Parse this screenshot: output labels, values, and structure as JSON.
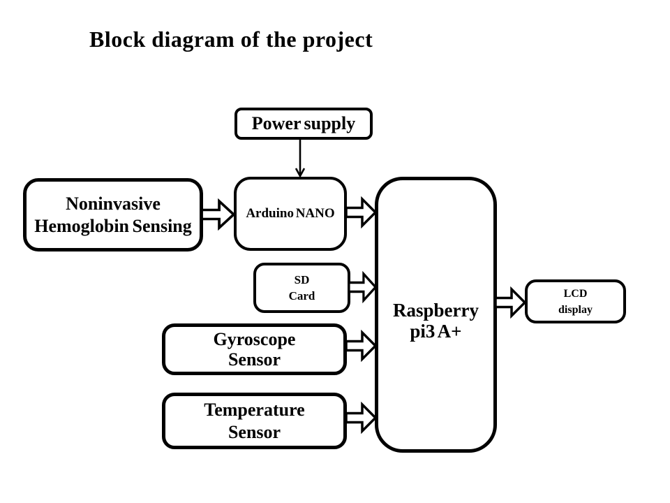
{
  "title": "Block diagram of the project",
  "colors": {
    "stroke": "#000000",
    "node_fill": "#ffffff",
    "background": "#ffffff"
  },
  "nodes": {
    "power_supply": {
      "lines": [
        "Power supply"
      ]
    },
    "noninvasive_hemoglobin_sensing": {
      "lines": [
        "Noninvasive",
        "Hemoglobin Sensing"
      ]
    },
    "arduino_nano": {
      "lines": [
        "Arduino NANO"
      ]
    },
    "sd_card": {
      "lines": [
        "SD",
        "Card"
      ]
    },
    "gyroscope_sensor": {
      "lines": [
        "Gyroscope",
        "Sensor"
      ]
    },
    "temperature_sensor": {
      "lines": [
        "Temperature",
        "Sensor"
      ]
    },
    "raspberry_pi3": {
      "lines": [
        "Raspberry",
        "pi3 A+"
      ]
    },
    "lcd_display": {
      "lines": [
        "LCD",
        "display"
      ]
    }
  },
  "connections": [
    {
      "from": "power_supply",
      "to": "arduino_nano",
      "style": "thin-arrow-down"
    },
    {
      "from": "noninvasive_hemoglobin_sensing",
      "to": "arduino_nano",
      "style": "block-arrow-right"
    },
    {
      "from": "arduino_nano",
      "to": "raspberry_pi3",
      "style": "block-arrow-right"
    },
    {
      "from": "sd_card",
      "to": "raspberry_pi3",
      "style": "block-arrow-right"
    },
    {
      "from": "gyroscope_sensor",
      "to": "raspberry_pi3",
      "style": "block-arrow-right"
    },
    {
      "from": "temperature_sensor",
      "to": "raspberry_pi3",
      "style": "block-arrow-right"
    },
    {
      "from": "raspberry_pi3",
      "to": "lcd_display",
      "style": "block-arrow-right"
    }
  ]
}
